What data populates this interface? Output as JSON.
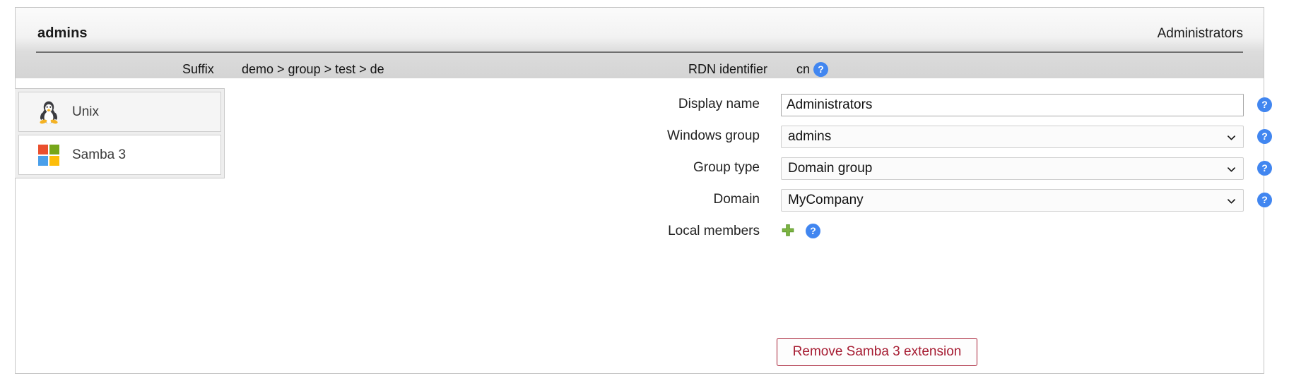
{
  "header": {
    "title": "admins",
    "right_title": "Administrators",
    "meta": {
      "suffix_label": "Suffix",
      "suffix_value": "demo > group > test > de",
      "rdn_label": "RDN identifier",
      "rdn_value": "cn",
      "rdn_help_icon": "help-icon",
      "help_glyph": "?"
    }
  },
  "sidebar": {
    "tabs": [
      {
        "label": "Unix",
        "icon": "tux-icon",
        "active": false
      },
      {
        "label": "Samba 3",
        "icon": "samba-icon",
        "active": true
      }
    ]
  },
  "form": {
    "fields": [
      {
        "label": "Display name",
        "type": "text",
        "value": "Administrators",
        "placeholder": "",
        "help_glyph": "?"
      },
      {
        "label": "Windows group",
        "type": "select",
        "value": "admins",
        "help_glyph": "?"
      },
      {
        "label": "Group type",
        "type": "select",
        "value": "Domain group",
        "help_glyph": "?"
      },
      {
        "label": "Domain",
        "type": "select",
        "value": "MyCompany",
        "help_glyph": "?"
      },
      {
        "label": "Local members",
        "type": "adder",
        "add_icon": "plus-icon",
        "help_glyph": "?"
      }
    ]
  },
  "actions": {
    "remove_label": "Remove Samba 3 extension"
  },
  "colors": {
    "help_blue": "#4186f0",
    "remove_red": "#a61c32",
    "plus_green": "#7cb342",
    "samba_red": "#ea4f2e",
    "samba_green": "#76a619",
    "samba_blue": "#4a9fea",
    "samba_yellow": "#fdbd09"
  }
}
